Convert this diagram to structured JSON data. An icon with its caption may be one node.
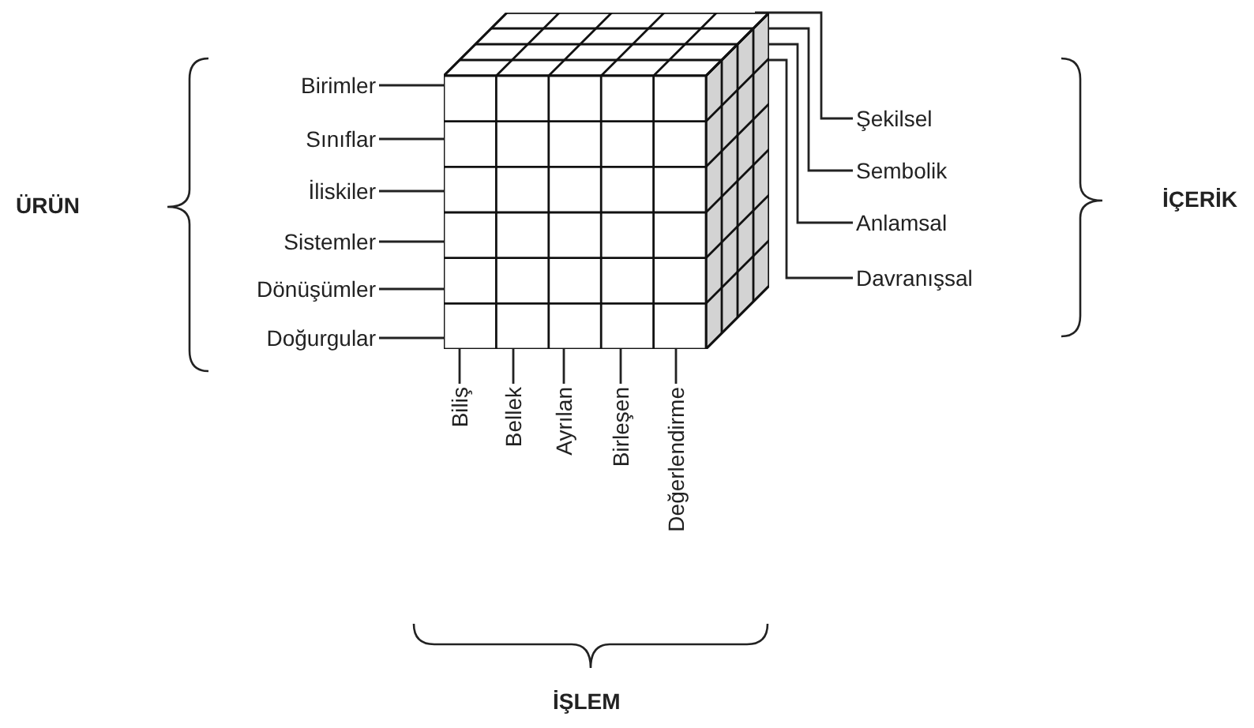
{
  "diagram": {
    "nodes": [
      {
        "text": [],
        "shape": "picture"
      },
      {
        "text": [
          "Birimler"
        ]
      },
      {
        "text": [
          "Sınıflar"
        ]
      },
      {
        "text": [
          "İliskiler"
        ]
      },
      {
        "text": [
          "Sistemler"
        ]
      },
      {
        "text": [
          "Dönüşümler"
        ]
      },
      {
        "text": [
          "Doğurgular"
        ]
      },
      {
        "text": [
          "Şekilsel"
        ]
      },
      {
        "text": [
          "Sembolik"
        ]
      },
      {
        "text": [
          "Anlamsal"
        ]
      },
      {
        "text": [
          "Davranışsal"
        ]
      },
      {
        "text": [
          "Biliş"
        ]
      },
      {
        "text": [
          "Bellek"
        ]
      },
      {
        "text": [
          "Ayrılan"
        ]
      },
      {
        "text": [
          "Birleşen"
        ]
      },
      {
        "text": [
          "Değerlendirme"
        ]
      }
    ],
    "edges": [
      {
        "from": 1,
        "to": 0,
        "arrow": "none"
      },
      {
        "from": 2,
        "to": 0,
        "arrow": "none"
      },
      {
        "from": 3,
        "to": 0,
        "arrow": "none"
      },
      {
        "from": 4,
        "to": 0,
        "arrow": "none"
      },
      {
        "from": 5,
        "to": 0,
        "arrow": "none"
      },
      {
        "from": 6,
        "to": 0,
        "arrow": "none"
      },
      {
        "from": 7,
        "to": 0,
        "arrow": "none"
      },
      {
        "from": 8,
        "to": 0,
        "arrow": "none"
      },
      {
        "from": 9,
        "to": 0,
        "arrow": "none"
      },
      {
        "from": 10,
        "to": 0,
        "arrow": "none"
      },
      {
        "from": 11,
        "to": 0,
        "arrow": "none"
      },
      {
        "from": 12,
        "to": 0,
        "arrow": "none"
      },
      {
        "from": 13,
        "to": 0,
        "arrow": "none"
      },
      {
        "from": 14,
        "to": 0,
        "arrow": "none"
      },
      {
        "from": 15,
        "to": 0,
        "arrow": "none"
      }
    ],
    "labels": [
      "ÜRÜN",
      "İÇERİK",
      "İŞLEM"
    ]
  }
}
